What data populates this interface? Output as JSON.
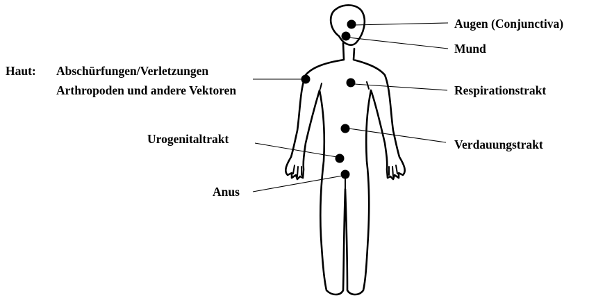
{
  "labels": {
    "eyes": "Augen (Conjunctiva)",
    "mouth": "Mund",
    "skin_prefix": "Haut:",
    "skin_line1": "Abschürfungen/Verletzungen",
    "skin_line2": "Arthropoden und andere Vektoren",
    "respiratory": "Respirationstrakt",
    "urogenital": "Urogenitaltrakt",
    "digestive": "Verdauungstrakt",
    "anus": "Anus"
  }
}
